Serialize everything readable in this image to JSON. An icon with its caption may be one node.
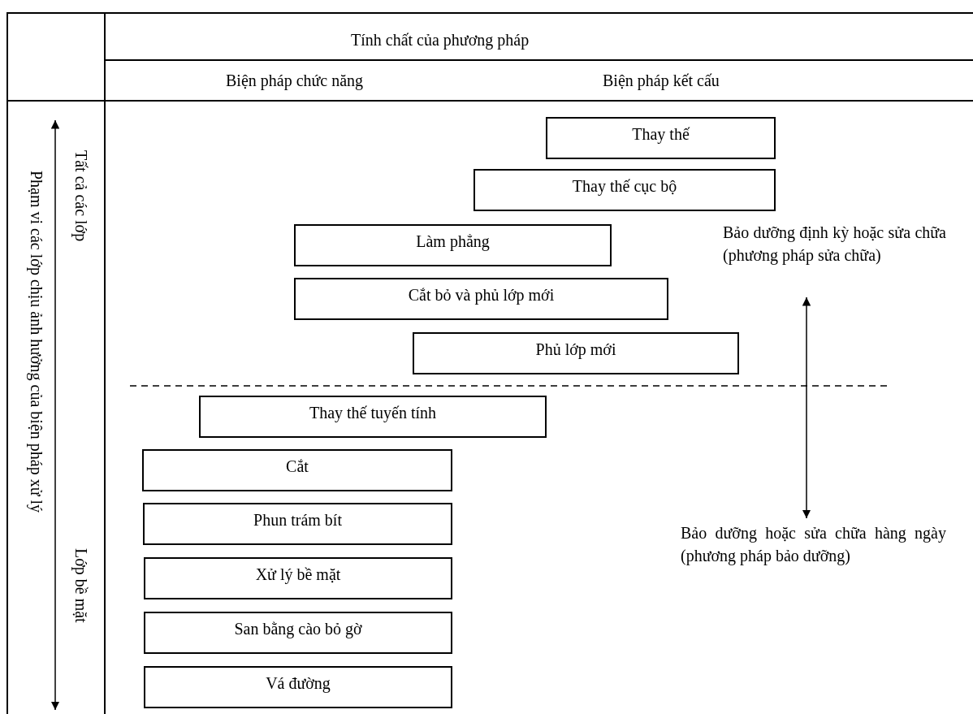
{
  "diagram": {
    "nodes": [
      {
        "text": [
          "Thay thế"
        ]
      },
      {
        "text": [
          "Thay thế cục bộ"
        ]
      },
      {
        "text": [
          "Làm phẳng"
        ]
      },
      {
        "text": [
          "Cắt bỏ và phủ lớp mới"
        ]
      },
      {
        "text": [
          "Phủ lớp mới"
        ]
      },
      {
        "text": [
          "Thay thế tuyến tính"
        ]
      },
      {
        "text": [
          "Cắt"
        ]
      },
      {
        "text": [
          "Phun trám bít"
        ]
      },
      {
        "text": [
          "Xử lý bề mặt"
        ]
      },
      {
        "text": [
          "San bằng cào bỏ gờ"
        ]
      },
      {
        "text": [
          "Vá đường"
        ]
      },
      {
        "text": [
          "Bảo dưỡng định kỳ hoặc sửa chữa (phương pháp sửa chữa)"
        ]
      },
      {
        "text": [
          "Bảo dưỡng hoặc sửa chữa hàng ngày (phương pháp bảo dưỡng)"
        ]
      }
    ],
    "edges": [
      {
        "from": 11,
        "to": 12,
        "arrow": "both"
      }
    ],
    "labels": [
      "Tính chất của phương pháp",
      "Biện pháp chức năng",
      "Biện pháp kết cấu",
      "Phạm vi các lớp chịu ảnh hưởng của biện pháp xử lý",
      "Tất cả các lớp",
      "Lớp bề mặt"
    ]
  }
}
